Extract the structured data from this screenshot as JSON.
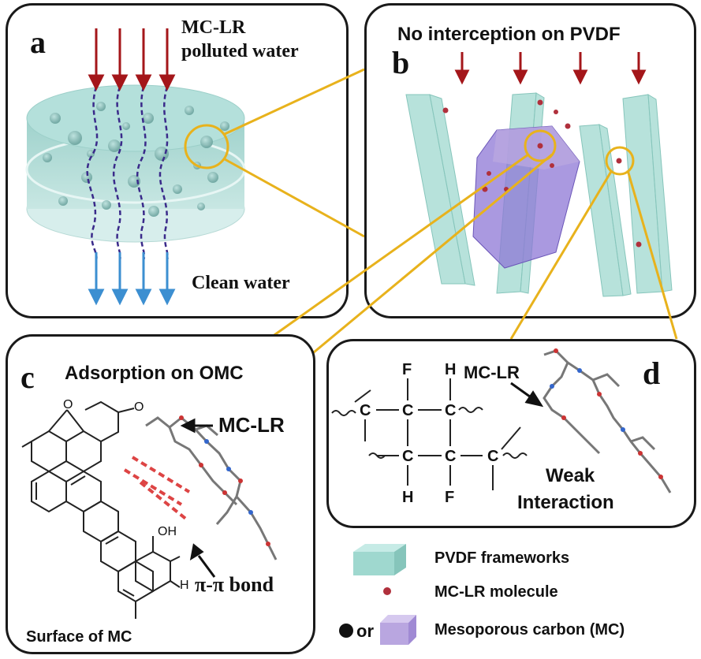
{
  "panel_a": {
    "letter": "a",
    "input_label_line1": "MC-LR",
    "input_label_line2": "polluted water",
    "output_label": "Clean water"
  },
  "panel_b": {
    "letter": "b",
    "title": "No interception on PVDF"
  },
  "panel_c": {
    "letter": "c",
    "title": "Adsorption on OMC",
    "molecule_label": "MC-LR",
    "bond_label": "π-π bond",
    "surface_label": "Surface of MC",
    "atoms": {
      "O_ring": "O",
      "O_keto": "O",
      "OH": "OH",
      "H": "H"
    }
  },
  "panel_d": {
    "letter": "d",
    "molecule_label": "MC-LR",
    "interaction_line1": "Weak",
    "interaction_line2": "Interaction",
    "atoms": {
      "F_top": "F",
      "H_top": "H",
      "C1": "C",
      "C2": "C",
      "C3": "C",
      "C4": "C",
      "C5": "C",
      "C6": "C",
      "H_bottom": "H",
      "F_bottom": "F"
    }
  },
  "legend": {
    "items": [
      {
        "label": "PVDF frameworks",
        "icon": "teal-cube-icon",
        "color": "#9fd8cf"
      },
      {
        "label": "MC-LR molecule",
        "icon": "red-dot-icon",
        "color": "#b0303c"
      },
      {
        "label": "Mesoporous carbon (MC)",
        "icon": "purple-cube-icon",
        "color": "#b9a6e0"
      }
    ],
    "or_text": "or"
  },
  "colors": {
    "arrow_in": "#a4161a",
    "arrow_out": "#3c8fd1",
    "path": "#3a2a8a",
    "highlight": "#e8b21c",
    "title_green": "#4ee03a",
    "pvdf": "#9fd8cf",
    "mc": "#8e77d6"
  }
}
